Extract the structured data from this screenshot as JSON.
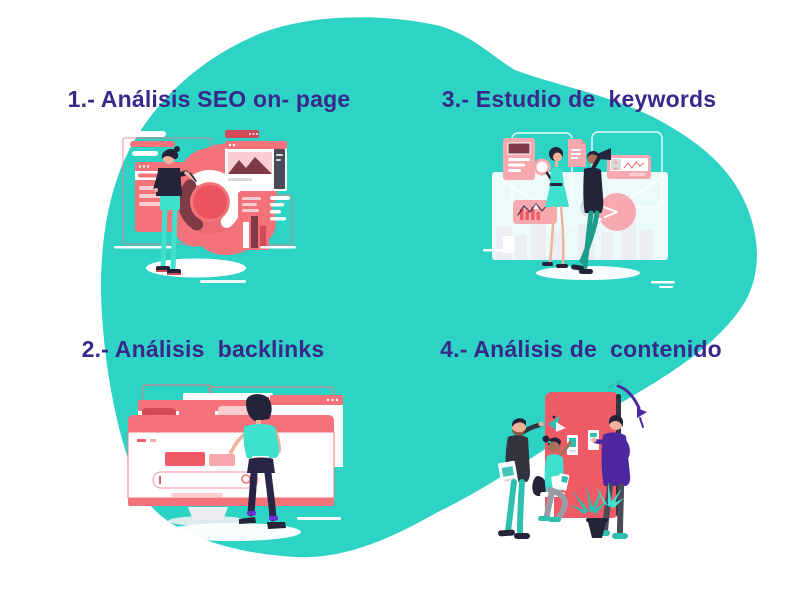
{
  "palette": {
    "background": "#FFFFFF",
    "teal": "#2DD3C5",
    "teal-bright": "#3FE0CE",
    "teal-mid": "#2FBFAF",
    "teal-dark": "#1E9E8C",
    "indigo": "#38288C",
    "purple": "#4C27A0",
    "violet": "#6D2BD9",
    "salmon": "#F4737B",
    "salmon-deep": "#ED6B74",
    "red": "#EE5A65",
    "red-deep": "#EB545F",
    "red-dark": "#D14A56",
    "maroon": "#7E3B45",
    "pink": "#F7A9AF",
    "pink-light": "#FBCDD1",
    "pink-deep": "#E8939B",
    "ink": "#23243A",
    "navy": "#2A2547",
    "charcoal": "#33343F",
    "brown": "#8A5A3F",
    "skin": "#EFB29A",
    "skin-dark": "#A9705A",
    "gray-light": "#EDEEF1",
    "gray-mid": "#D8DADF",
    "gray-dark": "#4A4B57",
    "gray-pants": "#9A9AA5",
    "white": "#FFFFFF"
  },
  "sections": [
    {
      "number": "1",
      "label": "1.- Análisis SEO on- page",
      "illustration": "man-analyzing-seo-dashboard"
    },
    {
      "number": "2",
      "label": "2.- Análisis  backlinks",
      "illustration": "woman-with-browser-windows"
    },
    {
      "number": "3",
      "label": "3.- Estudio de  keywords",
      "illustration": "people-researching-keywords"
    },
    {
      "number": "4",
      "label": "4.- Análisis de  contenido",
      "illustration": "team-reviewing-content-board"
    }
  ]
}
